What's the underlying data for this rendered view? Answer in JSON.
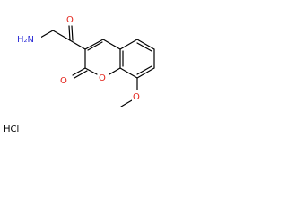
{
  "molecule": {
    "labels": {
      "amine": "H₂N",
      "carbonyl_o": "O",
      "lactone_o": "O",
      "ring_o": "O",
      "methoxy_o": "O",
      "salt": "HCl"
    },
    "colors": {
      "bond": "#000000",
      "oxygen": "#e32219",
      "nitrogen": "#2f2fd6",
      "text": "#000000",
      "background": "#ffffff"
    }
  }
}
